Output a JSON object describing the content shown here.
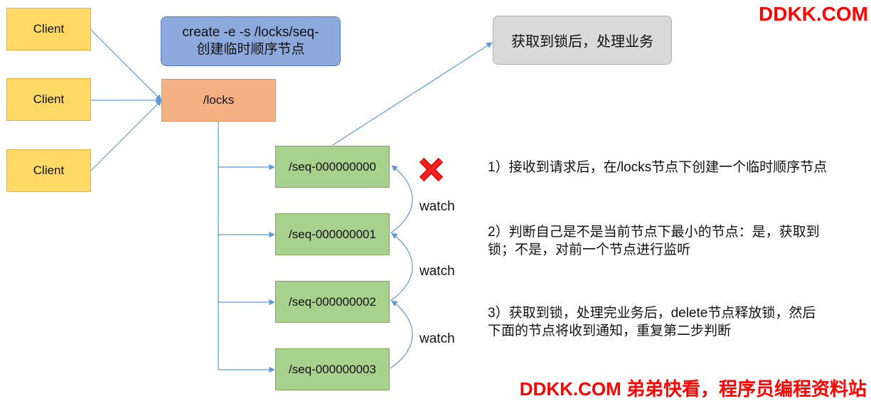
{
  "clients": [
    "Client",
    "Client",
    "Client"
  ],
  "command": {
    "line1": "create -e -s /locks/seq-",
    "line2": "创建临时顺序节点"
  },
  "locks_node": "/locks",
  "result_box": "获取到锁后，处理业务",
  "seq_nodes": [
    "/seq-000000000",
    "/seq-000000001",
    "/seq-000000002",
    "/seq-000000003"
  ],
  "watch_labels": [
    "watch",
    "watch",
    "watch"
  ],
  "steps": [
    {
      "line1": "1）接收到请求后，在/locks节点下创建一个临时顺序节点",
      "line2": ""
    },
    {
      "line1": "2）判断自己是不是当前节点下最小的节点：是，获取到",
      "line2": "锁；不是，对前一个节点进行监听"
    },
    {
      "line1": "3）获取到锁，处理完业务后，delete节点释放锁，然后",
      "line2": "下面的节点将收到通知，重复第二步判断"
    }
  ],
  "watermark_top": "DDKK.COM",
  "watermark_bottom": "DDKK.COM 弟弟快看，程序员编程资料站",
  "colors": {
    "client": "#ffd966",
    "command": "#8ea9db",
    "locks": "#f4b183",
    "seq": "#a9d18e",
    "result": "#d9d9d9",
    "arrow": "#5b9bd5",
    "cross": "#ff0000",
    "brand": "#ff0000"
  },
  "icons": {
    "deleted_marker": "red-x-icon"
  }
}
